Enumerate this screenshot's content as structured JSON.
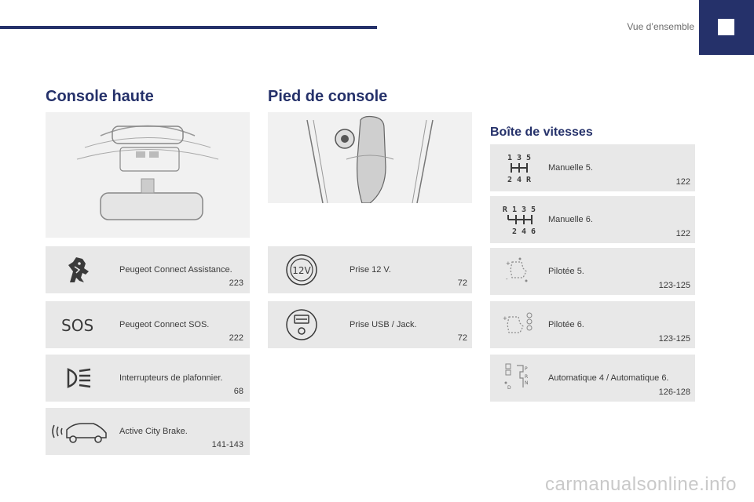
{
  "header": {
    "section_title": "Vue d’ensemble"
  },
  "console_haute": {
    "title": "Console haute",
    "items": [
      {
        "label": "Peugeot Connect Assistance.",
        "pages": "223",
        "icon": "peugeot-lion-icon"
      },
      {
        "label": "Peugeot Connect SOS.",
        "pages": "222",
        "icon": "sos-icon"
      },
      {
        "label": "Interrupteurs de plafonnier.",
        "pages": "68",
        "icon": "ceiling-light-icon"
      },
      {
        "label": "Active City Brake.",
        "pages": "141-143",
        "icon": "car-sensor-icon"
      }
    ]
  },
  "pied_de_console": {
    "title": "Pied de console",
    "items": [
      {
        "label": "Prise 12 V.",
        "pages": "72",
        "icon": "socket-12v-icon",
        "icon_text": "12V"
      },
      {
        "label": "Prise USB / Jack.",
        "pages": "72",
        "icon": "usb-jack-icon"
      }
    ]
  },
  "boite_de_vitesses": {
    "title": "Boîte de vitesses",
    "items": [
      {
        "label": "Manuelle 5.",
        "pages": "122",
        "icon": "gear-5-icon",
        "top_row": "1 3 5",
        "bottom_row": "2 4 R"
      },
      {
        "label": "Manuelle 6.",
        "pages": "122",
        "icon": "gear-6-icon",
        "top_row": "R 1 3 5",
        "bottom_row": "2 4 6"
      },
      {
        "label": "Pilotée 5.",
        "pages": "123-125",
        "icon": "piloted-5-icon"
      },
      {
        "label": "Pilotée 6.",
        "pages": "123-125",
        "icon": "piloted-6-icon"
      },
      {
        "label": "Automatique 4 / Automatique 6.",
        "pages": "126-128",
        "icon": "automatic-gear-icon"
      }
    ]
  },
  "footer": {
    "watermark": "carmanualsonline.info"
  },
  "colors": {
    "navy": "#25316a",
    "card": "#e8e8e8",
    "text": "#3a3a3a"
  }
}
